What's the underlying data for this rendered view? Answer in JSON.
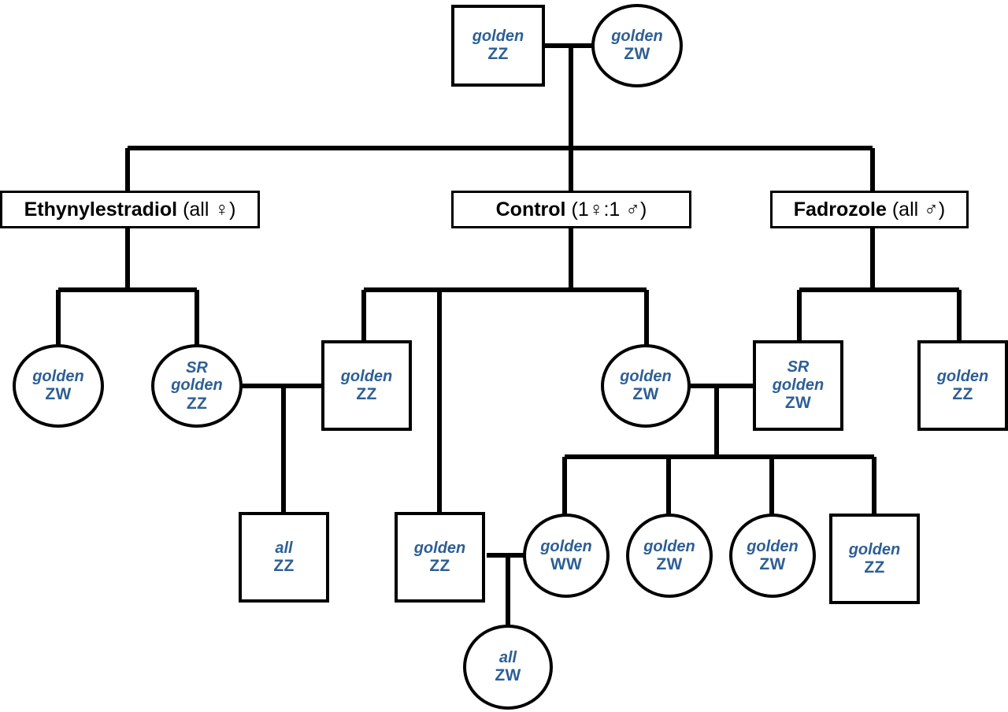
{
  "figure": {
    "type": "pedigree-diagram",
    "accent_color": "#2d5f94",
    "line_color": "#000000",
    "background": "#ffffff"
  },
  "founders": [
    {
      "id": "f-sire",
      "shape": "square",
      "tag": "golden",
      "genotype": "ZZ"
    },
    {
      "id": "f-dam",
      "shape": "circle",
      "tag": "golden",
      "genotype": "ZW"
    }
  ],
  "treatment_groups": [
    {
      "id": "g-ee2",
      "name": "Ethynylestradiol",
      "ratio": "(all ♀)"
    },
    {
      "id": "g-control",
      "name": "Control",
      "ratio": "(1♀:1 ♂)"
    },
    {
      "id": "g-fad",
      "name": "Fadrozole",
      "ratio": "(all ♂)"
    }
  ],
  "offspring": {
    "ethynylestradiol": [
      {
        "id": "ee2-1",
        "shape": "circle",
        "tag": "golden",
        "genotype": "ZW"
      },
      {
        "id": "ee2-2",
        "shape": "circle",
        "prefix": "SR",
        "tag": "golden",
        "genotype": "ZZ"
      }
    ],
    "control": [
      {
        "id": "ctl-1",
        "shape": "square",
        "tag": "golden",
        "genotype": "ZZ"
      },
      {
        "id": "ctl-2",
        "shape": "square",
        "tag": "golden",
        "genotype": "ZZ"
      },
      {
        "id": "ctl-3",
        "shape": "circle",
        "tag": "golden",
        "genotype": "ZW"
      }
    ],
    "fadrozole": [
      {
        "id": "fad-1",
        "shape": "square",
        "prefix": "SR",
        "tag": "golden",
        "genotype": "ZW"
      },
      {
        "id": "fad-2",
        "shape": "square",
        "tag": "golden",
        "genotype": "ZZ"
      }
    ]
  },
  "third_generation": [
    {
      "id": "g3-allzz",
      "shape": "square",
      "tag": "all",
      "genotype": "ZZ"
    },
    {
      "id": "g3-ww",
      "shape": "circle",
      "tag": "golden",
      "genotype": "WW"
    },
    {
      "id": "g3-zw1",
      "shape": "circle",
      "tag": "golden",
      "genotype": "ZW"
    },
    {
      "id": "g3-zw2",
      "shape": "circle",
      "tag": "golden",
      "genotype": "ZW"
    },
    {
      "id": "g3-zz",
      "shape": "square",
      "tag": "golden",
      "genotype": "ZZ"
    }
  ],
  "fourth_generation": [
    {
      "id": "g4-allzw",
      "shape": "circle",
      "tag": "all",
      "genotype": "ZW"
    }
  ]
}
